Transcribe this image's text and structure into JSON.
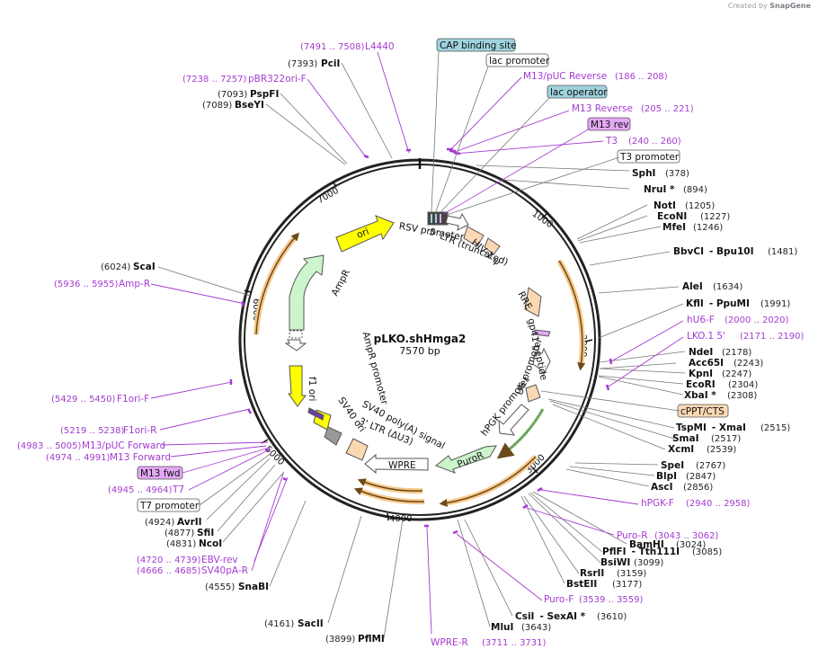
{
  "credit": {
    "prefix": "Created by",
    "brand": "SnapGene"
  },
  "plasmid": {
    "name": "pLKO.shHmga2",
    "length": "7570 bp"
  },
  "ticks": [
    "1000",
    "2000",
    "3000",
    "4000",
    "5000",
    "6000",
    "7000"
  ],
  "sites": [
    {
      "name": "PciI",
      "pos": "(7393)"
    },
    {
      "name": "PspFI",
      "pos": "(7093)"
    },
    {
      "name": "BseYI",
      "pos": "(7089)"
    },
    {
      "name": "SphI",
      "pos": "(378)"
    },
    {
      "name": "NruI *",
      "pos": "(894)"
    },
    {
      "name": "NotI",
      "pos": "(1205)"
    },
    {
      "name": "EcoNI",
      "pos": "(1227)"
    },
    {
      "name": "MfeI",
      "pos": "(1246)"
    },
    {
      "name": "BbvCI",
      "name2": "- Bpu10I",
      "pos": "(1481)"
    },
    {
      "name": "AleI",
      "pos": "(1634)"
    },
    {
      "name": "KflI",
      "name2": "- PpuMI",
      "pos": "(1991)"
    },
    {
      "name": "NdeI",
      "pos": "(2178)"
    },
    {
      "name": "Acc65I",
      "pos": "(2243)"
    },
    {
      "name": "KpnI",
      "pos": "(2247)"
    },
    {
      "name": "EcoRI",
      "pos": "(2304)"
    },
    {
      "name": "XbaI *",
      "pos": "(2308)"
    },
    {
      "name": "TspMI",
      "name2": "- XmaI",
      "pos": "(2515)"
    },
    {
      "name": "SmaI",
      "pos": "(2517)"
    },
    {
      "name": "XcmI",
      "pos": "(2539)"
    },
    {
      "name": "SpeI",
      "pos": "(2767)"
    },
    {
      "name": "BlpI",
      "pos": "(2847)"
    },
    {
      "name": "AscI",
      "pos": "(2856)"
    },
    {
      "name": "BamHI",
      "pos": "(3024)"
    },
    {
      "name": "PflFI",
      "name2": "- Tth111I",
      "pos": "(3085)"
    },
    {
      "name": "BsiWI",
      "pos": "(3099)"
    },
    {
      "name": "RsrII",
      "pos": "(3159)"
    },
    {
      "name": "BstEII",
      "pos": "(3177)"
    },
    {
      "name": "CsiI",
      "name2": "- SexAI *",
      "pos": "(3610)"
    },
    {
      "name": "MluI",
      "pos": "(3643)"
    },
    {
      "name": "PflMI",
      "pos": "(3899)"
    },
    {
      "name": "SacII",
      "pos": "(4161)"
    },
    {
      "name": "SnaBI",
      "pos": "(4555)"
    },
    {
      "name": "NcoI",
      "pos": "(4831)"
    },
    {
      "name": "SfiI",
      "pos": "(4877)"
    },
    {
      "name": "AvrII",
      "pos": "(4924)"
    },
    {
      "name": "ScaI",
      "pos": "(6024)"
    }
  ],
  "primers": [
    {
      "name": "L4440",
      "range": "(7491 .. 7508)"
    },
    {
      "name": "pBR322ori-F",
      "range": "(7238 .. 7257)"
    },
    {
      "name": "M13/pUC Reverse",
      "range": "(186 .. 208)"
    },
    {
      "name": "M13 Reverse",
      "range": "(205 .. 221)"
    },
    {
      "name": "T3",
      "range": "(240 .. 260)"
    },
    {
      "name": "hU6-F",
      "range": "(2000 .. 2020)"
    },
    {
      "name": "LKO.1 5'",
      "range": "(2171 .. 2190)"
    },
    {
      "name": "hPGK-F",
      "range": "(2940 .. 2958)"
    },
    {
      "name": "Puro-R",
      "range": "(3043 .. 3062)"
    },
    {
      "name": "Puro-F",
      "range": "(3539 .. 3559)"
    },
    {
      "name": "WPRE-R",
      "range": "(3711 .. 3731)"
    },
    {
      "name": "EBV-rev",
      "range": "(4720 .. 4739)"
    },
    {
      "name": "SV40pA-R",
      "range": "(4666 .. 4685)"
    },
    {
      "name": "T7",
      "range": "(4945 .. 4964)"
    },
    {
      "name": "M13 Forward",
      "range": "(4974 .. 4991)"
    },
    {
      "name": "M13/pUC Forward",
      "range": "(4983 .. 5005)"
    },
    {
      "name": "F1ori-R",
      "range": "(5219 .. 5238)"
    },
    {
      "name": "F1ori-F",
      "range": "(5429 .. 5450)"
    },
    {
      "name": "Amp-R",
      "range": "(5936 .. 5955)"
    }
  ],
  "boxes": {
    "cap": "CAP binding site",
    "lacprom": "lac promoter",
    "lacop": "lac operator",
    "m13rev": "M13 rev",
    "t3prom": "T3 promoter",
    "cppt": "cPPT/CTS",
    "m13fwd": "M13 fwd",
    "t7prom": "T7 promoter"
  },
  "features": {
    "rsv": "RSV promoter",
    "ltr5": "5' LTR (truncated)",
    "hiv": "HIV-1 ψ",
    "rre": "RRE",
    "gp41": "gp41 peptide",
    "u6": "U6 promoter",
    "hpgk": "hPGK promoter",
    "puror": "PuroR",
    "wpre": "WPRE",
    "ltr3": "3' LTR (ΔU3)",
    "sv40pa": "SV40 poly(A) signal",
    "sv40ori": "SV40 ori",
    "f1ori": "f1 ori",
    "amprprom": "AmpR promoter",
    "ampr": "AmpR",
    "ori": "ori"
  },
  "colors": {
    "primer": "#a43bd1",
    "ori": "#ffff00",
    "ampr": "#ccf5cc",
    "puror": "#ccf5cc",
    "ltr": "#fbd8b4",
    "orf_highlight": "#f7c98b",
    "box_blue": "#9ed2de",
    "box_violet": "#e3a8f5"
  }
}
